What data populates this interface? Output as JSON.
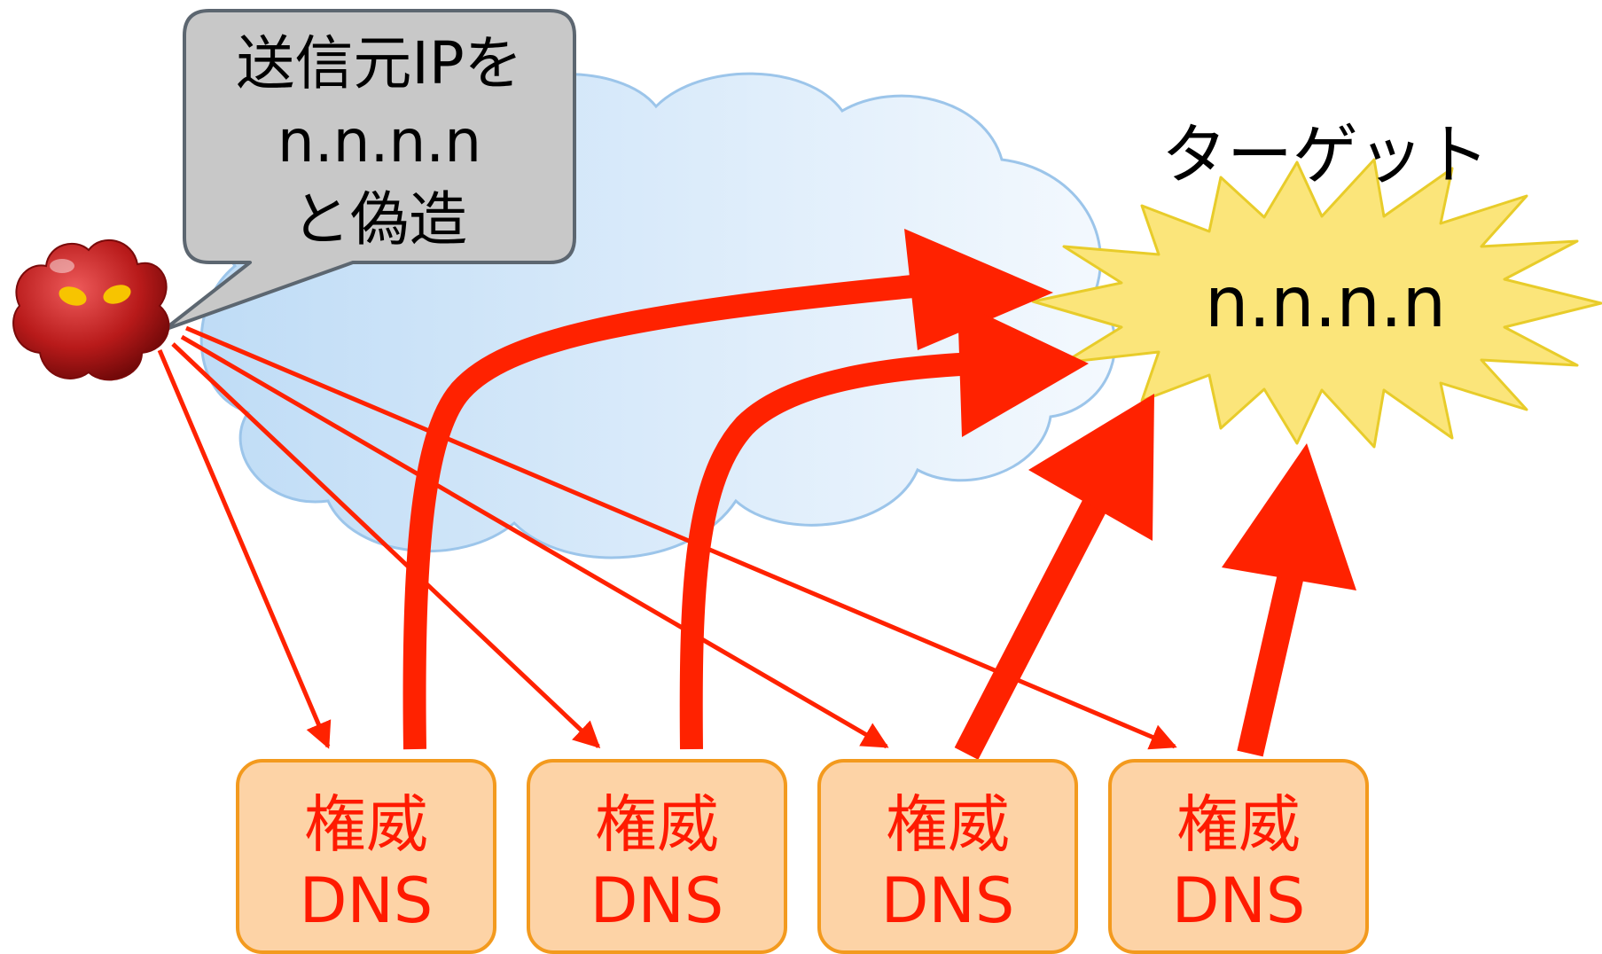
{
  "speech_bubble": {
    "line1": "送信元IPを",
    "line2": "n.n.n.n",
    "line3": "と偽造"
  },
  "target": {
    "title": "ターゲット",
    "address": "n.n.n.n"
  },
  "dns_servers": [
    {
      "line1": "権威",
      "line2": "DNS"
    },
    {
      "line1": "権威",
      "line2": "DNS"
    },
    {
      "line1": "権威",
      "line2": "DNS"
    },
    {
      "line1": "権威",
      "line2": "DNS"
    }
  ],
  "colors": {
    "arrow": "#ff2200",
    "dns_fill": "#fdd3a6",
    "dns_border": "#f39a1e",
    "dns_text": "#ff1a00",
    "target_fill": "#fbe57a",
    "target_border": "#e8cc2a",
    "bubble_fill": "#c8c8c8",
    "bubble_border": "#5c6670",
    "cloud_fill": "#cfe5f8",
    "cloud_border": "#9cc5ea",
    "attacker": "#b01818"
  },
  "icons": {
    "attacker": "attacker-blob-icon",
    "cloud": "internet-cloud-icon",
    "target": "explosion-burst-icon"
  }
}
